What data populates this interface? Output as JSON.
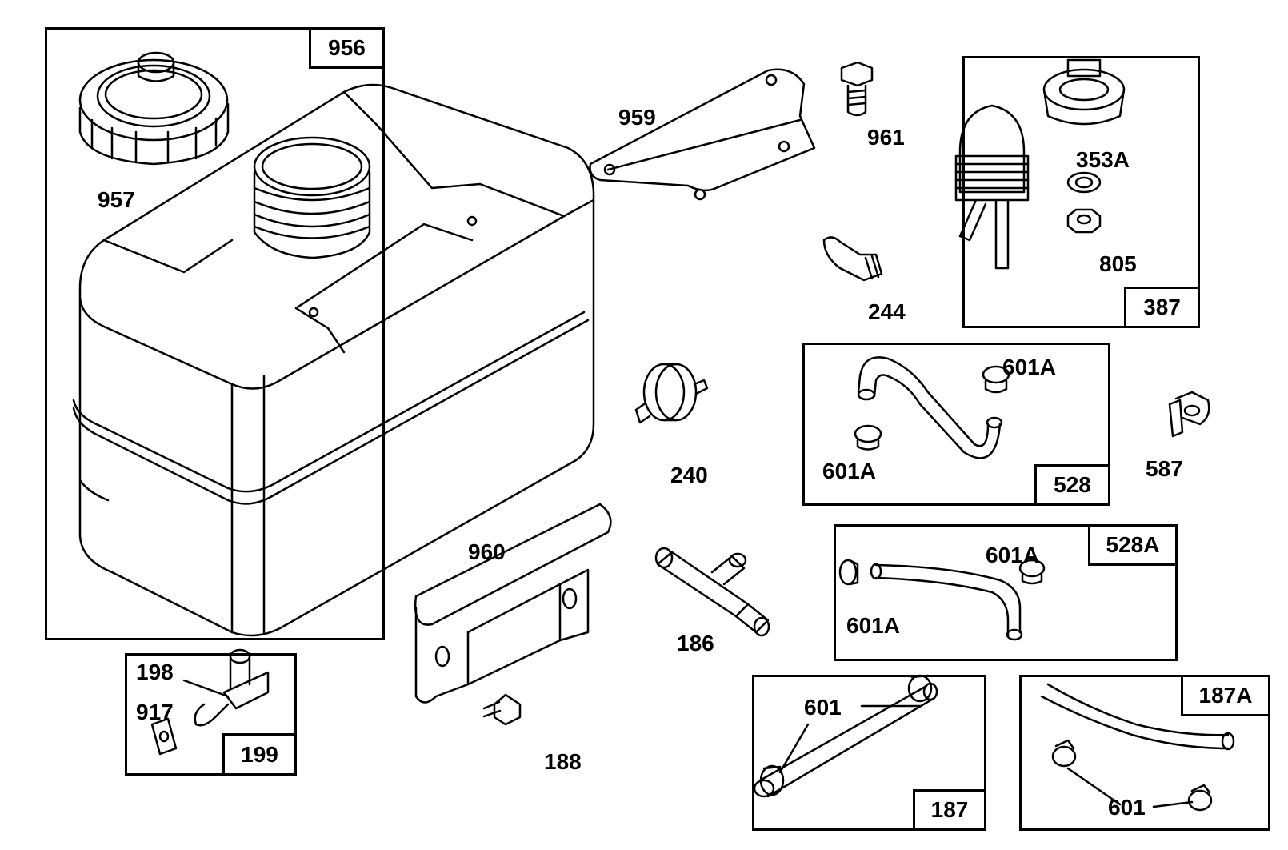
{
  "labels": {
    "p956": "956",
    "p957": "957",
    "p959": "959",
    "p961": "961",
    "p353A": "353A",
    "p805": "805",
    "p387": "387",
    "p244": "244",
    "p240": "240",
    "p601A_a": "601A",
    "p601A_b": "601A",
    "p528": "528",
    "p587": "587",
    "p960": "960",
    "p186": "186",
    "p528A": "528A",
    "p601A_c": "601A",
    "p601A_d": "601A",
    "p198": "198",
    "p917": "917",
    "p199": "199",
    "p188": "188",
    "p601_a": "601",
    "p187": "187",
    "p187A": "187A",
    "p601_b": "601"
  }
}
